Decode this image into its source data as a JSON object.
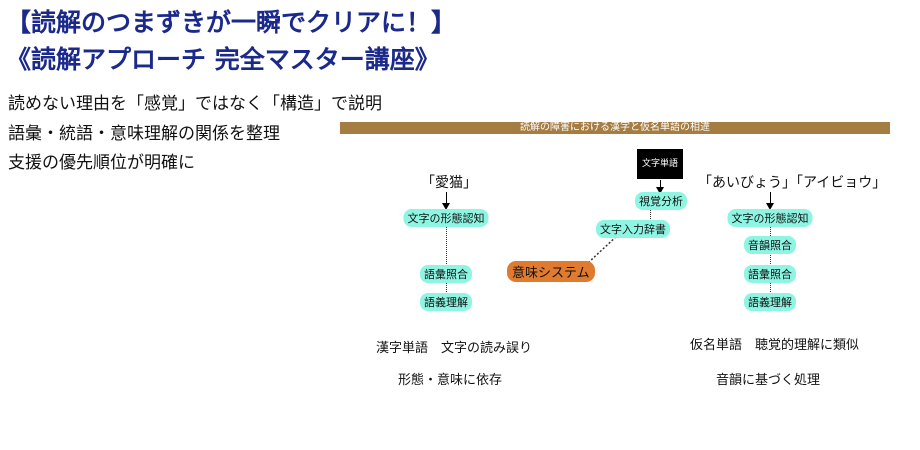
{
  "title": {
    "line1": "【読解のつまずきが一瞬でクリアに！】",
    "line2": "《読解アプローチ 完全マスター講座》"
  },
  "bullets": [
    "読めない理由を「感覚」ではなく「構造」で説明",
    "語彙・統語・意味理解の関係を整理",
    "支援の優先順位が明確に"
  ],
  "diagram": {
    "header": "読解の障害における漢字と仮名単語の相違",
    "left": {
      "word": "「愛猫」",
      "steps": [
        "文字の形態認知",
        "語彙照合",
        "語義理解"
      ],
      "caption1": "漢字単語　文字の読み誤り",
      "caption2": "形態・意味に依存"
    },
    "center": {
      "box": "文字単語",
      "steps": [
        "視覚分析",
        "文字入力辞書"
      ],
      "semantic": "意味システム"
    },
    "right": {
      "word": "「あいびょう」「アイビョウ」",
      "steps": [
        "文字の形態認知",
        "音韻照合",
        "語彙照合",
        "語義理解"
      ],
      "caption1": "仮名単語　聴覚的理解に類似",
      "caption2": "音韻に基づく処理"
    }
  },
  "colors": {
    "title": "#1b2a8a",
    "bar": "#a57c41",
    "pill": "#8ef5e2",
    "semantic": "#e07a2e"
  }
}
